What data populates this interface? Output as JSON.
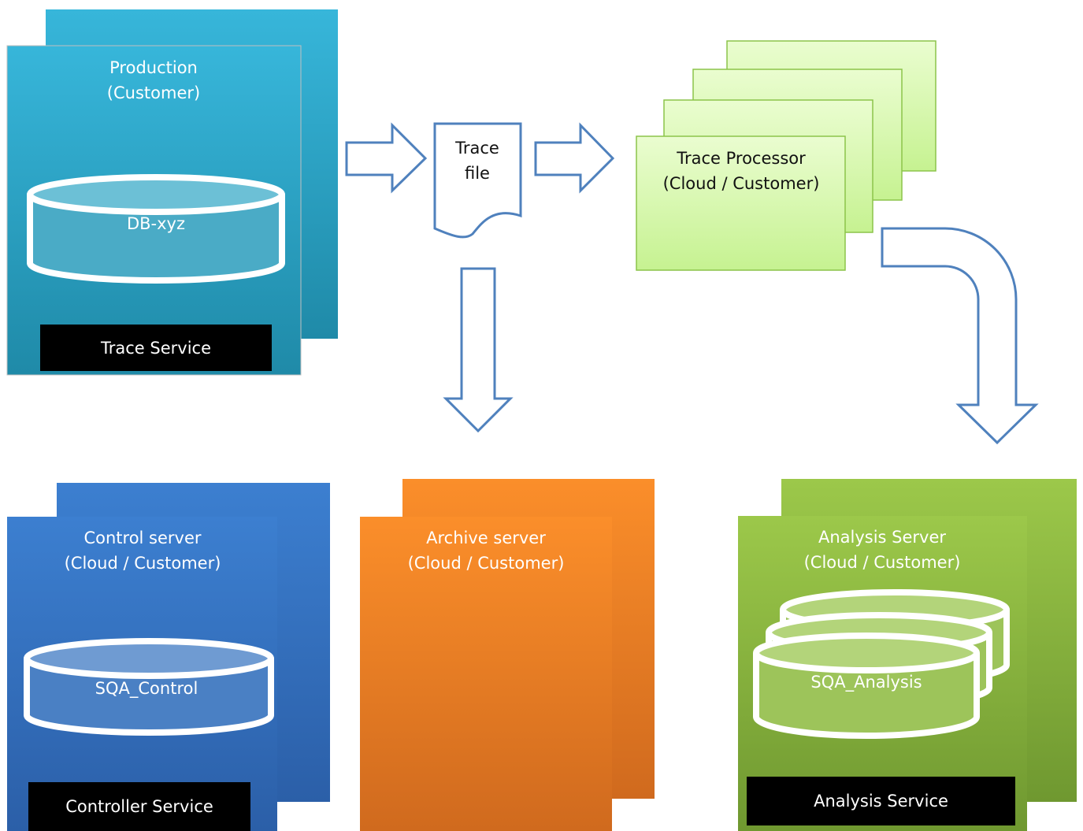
{
  "production": {
    "title": "Production\n(Customer)",
    "db_label": "DB-xyz",
    "service": "Trace Service"
  },
  "trace_file": {
    "label": "Trace\nfile"
  },
  "trace_processor": {
    "label": "Trace Processor\n(Cloud / Customer)"
  },
  "control_server": {
    "title": "Control server\n(Cloud / Customer)",
    "db_label": "SQA_Control",
    "service": "Controller Service"
  },
  "archive_server": {
    "title": "Archive server\n(Cloud / Customer)"
  },
  "analysis_server": {
    "title": "Analysis Server\n(Cloud / Customer)",
    "db_label": "SQA_Analysis",
    "service": "Analysis Service"
  },
  "colors": {
    "production": "#2ba3c6",
    "processor": "#ccf59a",
    "control": "#3470c0",
    "archive": "#f58a26",
    "analysis": "#8ab63a",
    "arrow_stroke": "#4f81bd"
  }
}
